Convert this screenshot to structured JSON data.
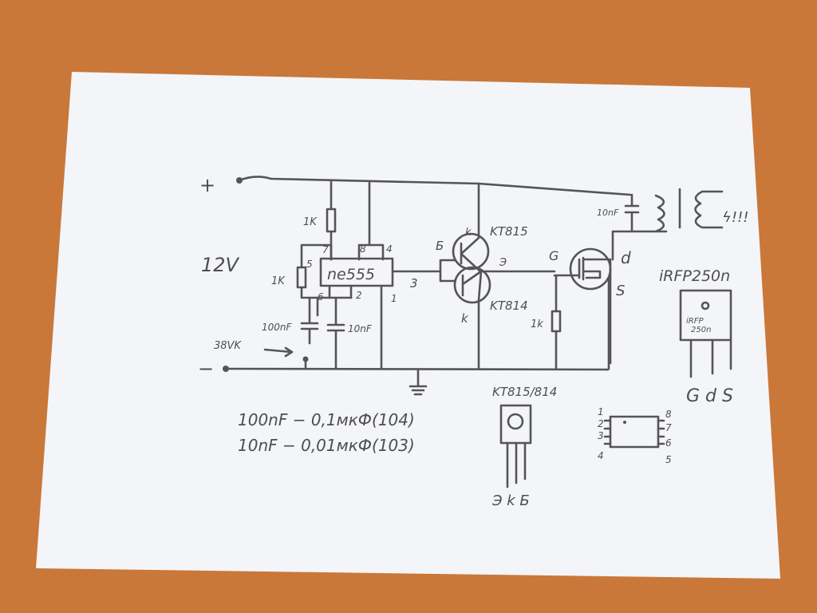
{
  "colors": {
    "wood": "#c9783a",
    "paper": "#f4f5f8",
    "ink": "#555555"
  },
  "supply": {
    "plus": "+",
    "minus": "−",
    "voltage": "12V"
  },
  "timer": {
    "name": "ne555",
    "pins": {
      "p7": "7",
      "p5": "5",
      "p6": "6",
      "p2": "2",
      "p8": "8",
      "p4": "4",
      "p1": "1",
      "p3": "3"
    },
    "r_top": "1K",
    "r_left": "1K",
    "c_timing": "100nF",
    "c_ctrl": "10nF",
    "sound_label": "38VK"
  },
  "drivers": {
    "base": "Б",
    "k_top": "k",
    "npn": "KT815",
    "emitter": "Э",
    "pnp": "KT814",
    "k_bottom": "k"
  },
  "mosfet": {
    "gate": "G",
    "drain": "d",
    "source": "S",
    "r_gate": "1k",
    "snubber": "10nF",
    "spark": "ϟ!!!",
    "name": "iRFP250n"
  },
  "package_irfp": {
    "marking_1": "iRFP",
    "marking_2": "250n",
    "pins": "G d S"
  },
  "package_kt": {
    "title": "KT815/814",
    "pins": "Э k Б"
  },
  "pinout_555": {
    "left": [
      "1",
      "2",
      "3",
      "4"
    ],
    "right": [
      "8",
      "7",
      "6",
      "5"
    ]
  },
  "notes": [
    "100nF − 0,1мкФ(104)",
    "10nF − 0,01мкФ(103)"
  ]
}
